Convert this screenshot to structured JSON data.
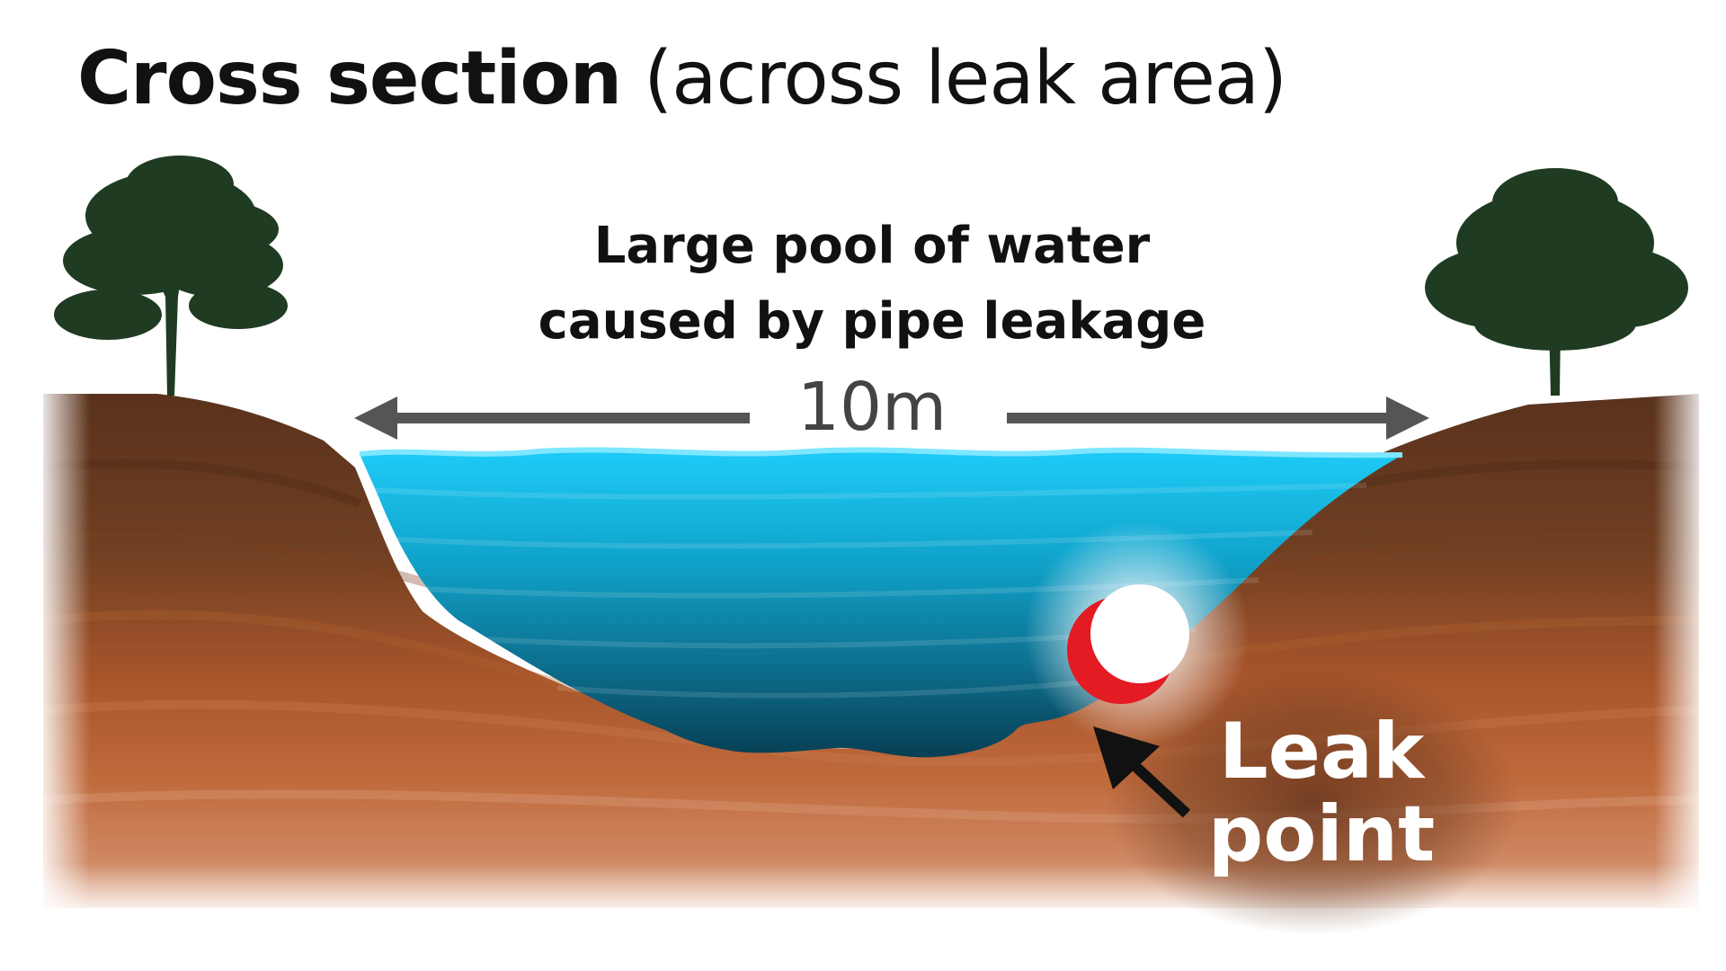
{
  "title": {
    "bold": "Cross section",
    "light": " (across leak area)"
  },
  "pool": {
    "line1": "Large pool of water",
    "line2": "caused by pipe leakage"
  },
  "measurement": {
    "label": "10m"
  },
  "leak": {
    "line1": "Leak",
    "line2": "point"
  },
  "colors": {
    "water_top": "#1ec8f5",
    "water_bottom": "#0a4b62",
    "soil_dark": "#6b3c22",
    "soil_mid": "#a8542a",
    "soil_light": "#d18a66",
    "tree": "#1f3b22",
    "pipe_rim": "#e31b23",
    "arrow_gray": "#555555"
  },
  "icons": {
    "tree": "tree-icon",
    "pipe": "pipe-icon",
    "arrow": "arrow-icon"
  }
}
